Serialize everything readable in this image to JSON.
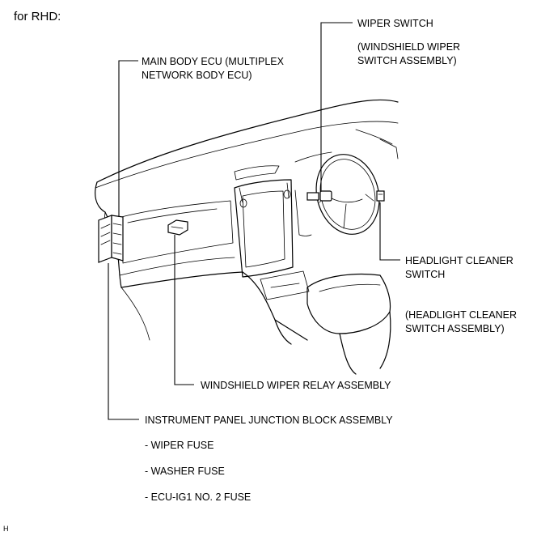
{
  "header": "for RHD:",
  "labels": {
    "wiper_switch": "WIPER SWITCH",
    "wiper_switch_sub": "(WINDSHIELD WIPER\nSWITCH ASSEMBLY)",
    "main_body_ecu": "MAIN BODY ECU (MULTIPLEX\nNETWORK BODY ECU)",
    "headlight_cleaner_switch": "HEADLIGHT CLEANER\nSWITCH",
    "headlight_cleaner_switch_sub": "(HEADLIGHT CLEANER\nSWITCH ASSEMBLY)",
    "wiper_relay": "WINDSHIELD WIPER RELAY ASSEMBLY",
    "junction_block": "INSTRUMENT PANEL JUNCTION BLOCK ASSEMBLY"
  },
  "fuses": [
    "- WIPER FUSE",
    "- WASHER FUSE",
    "- ECU-IG1 NO. 2 FUSE"
  ],
  "footer": "H"
}
